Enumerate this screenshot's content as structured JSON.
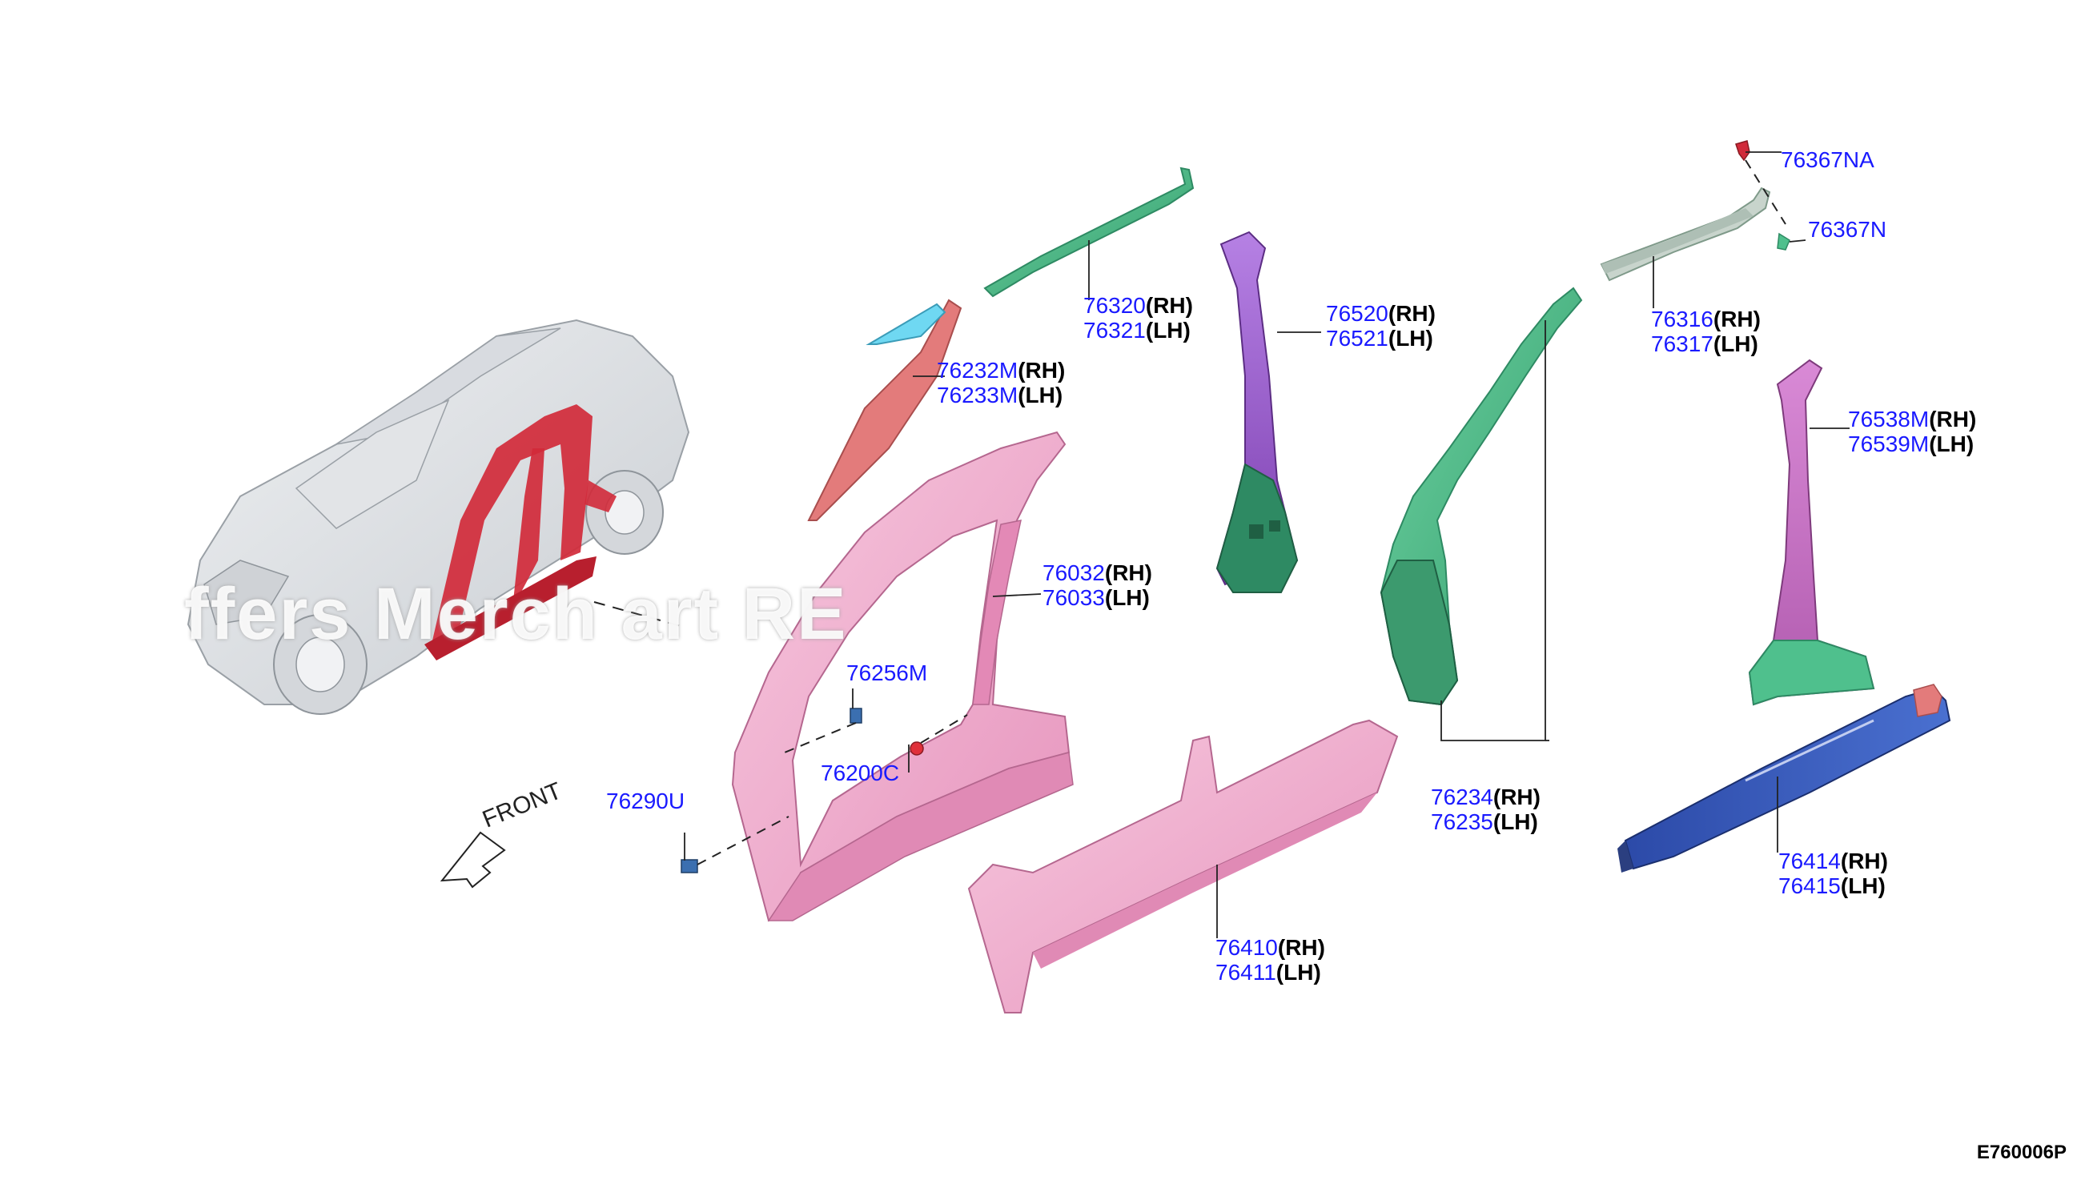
{
  "diagram_id": "E760006P",
  "watermark": "ffers Merch                  art            RE",
  "front_label": "FRONT",
  "callouts": [
    {
      "id": "c-76367na",
      "part": "76367NA"
    },
    {
      "id": "c-76367n",
      "part": "76367N"
    },
    {
      "id": "c-76320",
      "part": "76320",
      "side": "(RH)",
      "part2": "76321",
      "side2": "(LH)"
    },
    {
      "id": "c-76520",
      "part": "76520",
      "side": "(RH)",
      "part2": "76521",
      "side2": "(LH)"
    },
    {
      "id": "c-76316",
      "part": "76316",
      "side": "(RH)",
      "part2": "76317",
      "side2": "(LH)"
    },
    {
      "id": "c-76232m",
      "part": "76232M",
      "side": "(RH)",
      "part2": "76233M",
      "side2": "(LH)"
    },
    {
      "id": "c-76538m",
      "part": "76538M",
      "side": "(RH)",
      "part2": "76539M",
      "side2": "(LH)"
    },
    {
      "id": "c-76032",
      "part": "76032",
      "side": "(RH)",
      "part2": "76033",
      "side2": "(LH)"
    },
    {
      "id": "c-76256m",
      "part": "76256M"
    },
    {
      "id": "c-76200c",
      "part": "76200C"
    },
    {
      "id": "c-76290u",
      "part": "76290U"
    },
    {
      "id": "c-76234",
      "part": "76234",
      "side": "(RH)",
      "part2": "76235",
      "side2": "(LH)"
    },
    {
      "id": "c-76414",
      "part": "76414",
      "side": "(RH)",
      "part2": "76415",
      "side2": "(LH)"
    },
    {
      "id": "c-76410",
      "part": "76410",
      "side": "(RH)",
      "part2": "76411",
      "side2": "(LH)"
    }
  ],
  "colors": {
    "pink": "#f0a8cc",
    "pink_edge": "#b5678f",
    "green": "#4fc08d",
    "green_dark": "#2e8a63",
    "purple": "#a45fd0",
    "red": "#d12a3a",
    "salmon": "#e37b7b",
    "blue": "#3355bb",
    "cyan": "#6fd8f2",
    "grey": "#c8d4cc",
    "callout_blue": "#1a1aff"
  }
}
